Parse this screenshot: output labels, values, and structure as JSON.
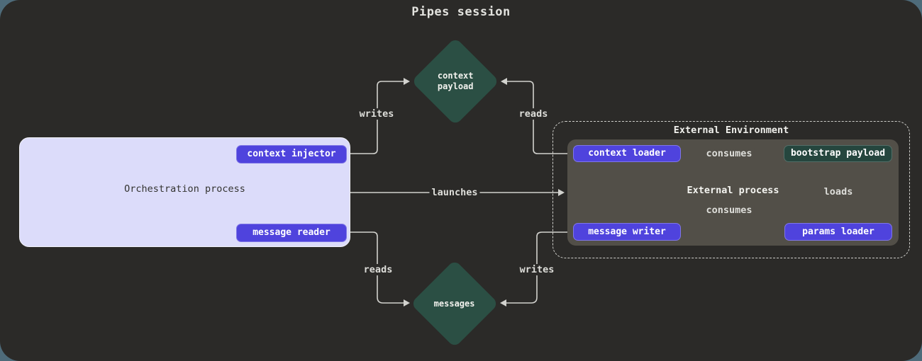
{
  "title": "Pipes session",
  "orchestration": {
    "label": "Orchestration process",
    "context_injector": "context injector",
    "message_reader": "message reader"
  },
  "external": {
    "label": "External Environment",
    "process_label": "External process",
    "context_loader": "context loader",
    "message_writer": "message writer",
    "params_loader": "params loader",
    "bootstrap_payload": "bootstrap payload"
  },
  "stores": {
    "context_payload": "context\npayload",
    "messages": "messages"
  },
  "edges": {
    "writes_top": "writes",
    "reads_top": "reads",
    "launches": "launches",
    "consumes_top": "consumes",
    "consumes_bottom": "consumes",
    "loads": "loads",
    "reads_bottom": "reads",
    "writes_bottom": "writes"
  },
  "colors": {
    "page_background": "#4e6b7a",
    "panel_background": "#2b2a28",
    "orchestration_fill": "#dcdcfa",
    "button_purple": "#4f43dd",
    "store_green": "#2b4f44",
    "bootstrap_green": "#25463e",
    "external_process_fill": "#524f48",
    "line": "#d2d2ce"
  }
}
